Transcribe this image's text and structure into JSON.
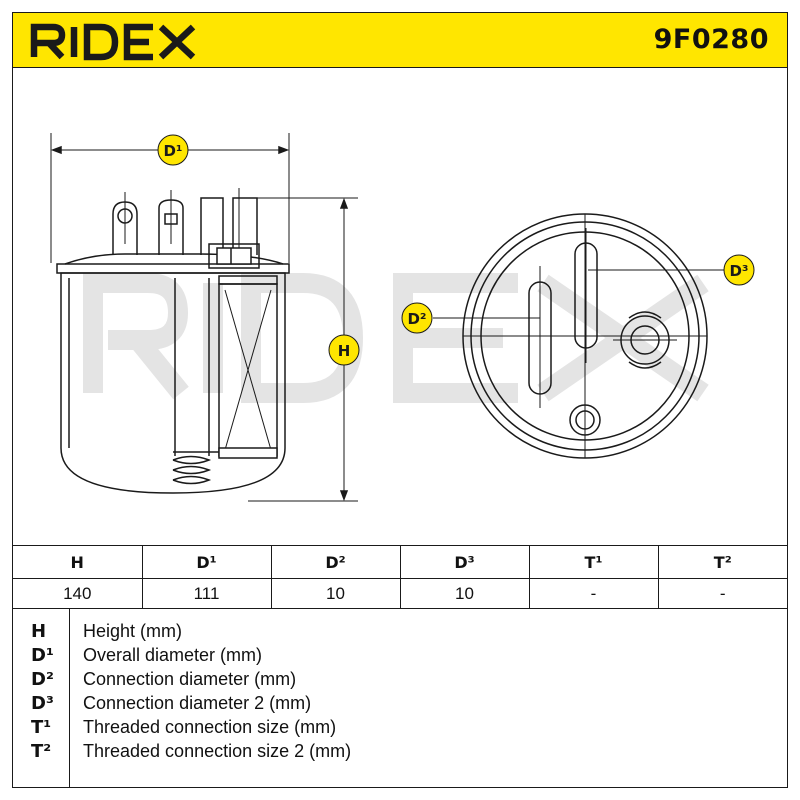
{
  "header": {
    "brand": "RIDEX",
    "part_number": "9F0280"
  },
  "watermark": "RIDEX",
  "colors": {
    "header_bg": "#FFE600",
    "badge_bg": "#FFE600",
    "ink": "#1a1a1a",
    "watermark": "#e4e4e4"
  },
  "dimension_labels": {
    "D1": "D¹",
    "D2": "D²",
    "D3": "D³",
    "H": "H"
  },
  "specs": {
    "headers": [
      "H",
      "D¹",
      "D²",
      "D³",
      "T¹",
      "T²"
    ],
    "values": [
      "140",
      "111",
      "10",
      "10",
      "-",
      "-"
    ]
  },
  "legend": [
    {
      "key": "H",
      "text": "Height (mm)"
    },
    {
      "key": "D¹",
      "text": "Overall diameter (mm)"
    },
    {
      "key": "D²",
      "text": "Connection diameter (mm)"
    },
    {
      "key": "D³",
      "text": "Connection diameter 2 (mm)"
    },
    {
      "key": "T¹",
      "text": "Threaded connection size (mm)"
    },
    {
      "key": "T²",
      "text": "Threaded connection size 2 (mm)"
    }
  ]
}
